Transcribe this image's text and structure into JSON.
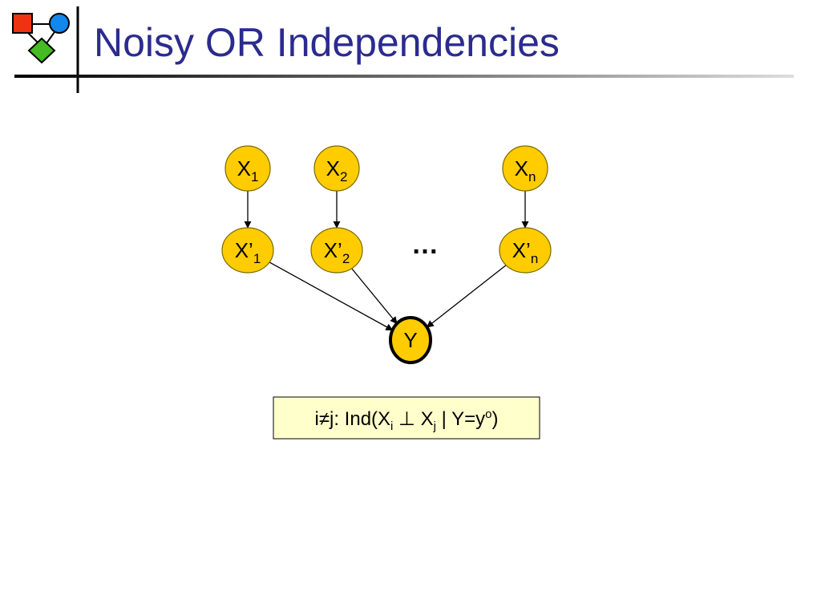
{
  "slide": {
    "title": "Noisy OR Independencies"
  },
  "colors": {
    "title": "#2b2b8f",
    "node_fill": "#ffcc00",
    "node_stroke": "#7a6a00",
    "box_fill": "#ffffcc",
    "logo_red": "#ee3311",
    "logo_blue": "#1188ee",
    "logo_green": "#44bb22"
  },
  "diagram": {
    "nodes": [
      {
        "id": "X1",
        "base": "X",
        "prime": "",
        "sub": "1",
        "emphasized": false
      },
      {
        "id": "X2",
        "base": "X",
        "prime": "",
        "sub": "2",
        "emphasized": false
      },
      {
        "id": "Xn",
        "base": "X",
        "prime": "",
        "sub": "n",
        "emphasized": false
      },
      {
        "id": "Xp1",
        "base": "X",
        "prime": "’",
        "sub": "1",
        "emphasized": false
      },
      {
        "id": "Xp2",
        "base": "X",
        "prime": "’",
        "sub": "2",
        "emphasized": false
      },
      {
        "id": "Xpn",
        "base": "X",
        "prime": "’",
        "sub": "n",
        "emphasized": false
      },
      {
        "id": "Y",
        "base": "Y",
        "prime": "",
        "sub": "",
        "emphasized": true
      }
    ],
    "edges": [
      {
        "from": "X1",
        "to": "Xp1"
      },
      {
        "from": "X2",
        "to": "Xp2"
      },
      {
        "from": "Xn",
        "to": "Xpn"
      },
      {
        "from": "Xp1",
        "to": "Y"
      },
      {
        "from": "Xp2",
        "to": "Y"
      },
      {
        "from": "Xpn",
        "to": "Y"
      }
    ],
    "ellipsis": "…"
  },
  "formula": {
    "prefix": "i≠j: Ind(X",
    "sub_i": "i",
    "perp": " ⊥ X",
    "sub_j": "j",
    "middle": " | Y=y",
    "sup": "o",
    "suffix": ")"
  }
}
